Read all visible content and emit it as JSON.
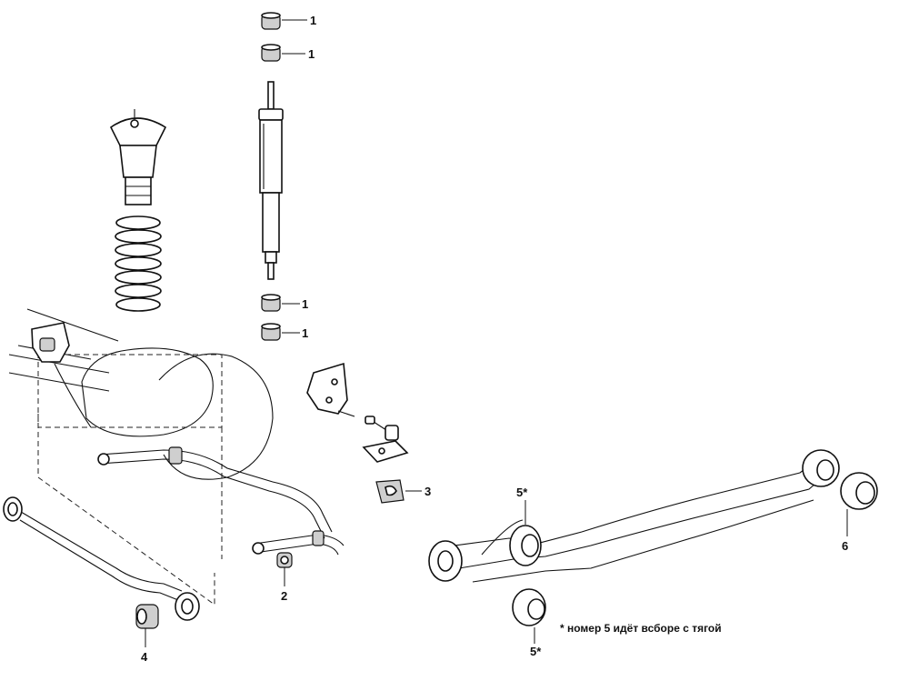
{
  "callouts": [
    {
      "id": "c1a",
      "label": "1"
    },
    {
      "id": "c1b",
      "label": "1"
    },
    {
      "id": "c1c",
      "label": "1"
    },
    {
      "id": "c1d",
      "label": "1"
    },
    {
      "id": "c2",
      "label": "2"
    },
    {
      "id": "c3",
      "label": "3"
    },
    {
      "id": "c4",
      "label": "4"
    },
    {
      "id": "c5a",
      "label": "5*"
    },
    {
      "id": "c5b",
      "label": "5*"
    },
    {
      "id": "c6",
      "label": "6"
    }
  ],
  "note": "* номер 5 идёт всборе с тягой"
}
